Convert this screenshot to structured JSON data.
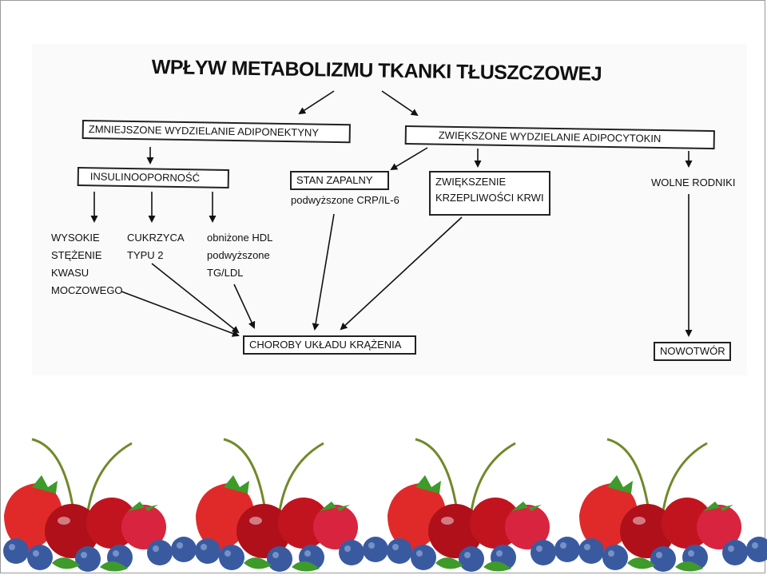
{
  "title": "WPŁYW METABOLIZMU TKANKI TŁUSZCZOWEJ",
  "nodes": {
    "adiponectin": "ZMNIEJSZONE WYDZIELANIE ADIPONEKTYNY",
    "adipocytokines": "ZWIĘKSZONE WYDZIELANIE ADIPOCYTOKIN",
    "insulin_resistance": "INSULINOOPORNOŚĆ",
    "inflammation": "STAN ZAPALNY",
    "inflammation_sub": "podwyższone CRP/IL-6",
    "coagulation": [
      "ZWIĘKSZENIE",
      "KRZEPLIWOŚCI KRWI"
    ],
    "free_radicals": "WOLNE RODNIKI",
    "uric_acid": [
      "WYSOKIE",
      "STĘŻENIE",
      "KWASU",
      "MOCZOWEGO"
    ],
    "diabetes": [
      "CUKRZYCA",
      "TYPU 2"
    ],
    "lipids": [
      "obniżone HDL",
      "podwyższone",
      "TG/LDL"
    ],
    "cardiovascular": "CHOROBY UKŁADU KRĄŻENIA",
    "cancer": "NOWOTWÓR"
  },
  "colors": {
    "strawberry": "#e02a2a",
    "cherry": "#b0101a",
    "blueberry": "#3a5aa0",
    "leaf": "#3e9a2a"
  }
}
